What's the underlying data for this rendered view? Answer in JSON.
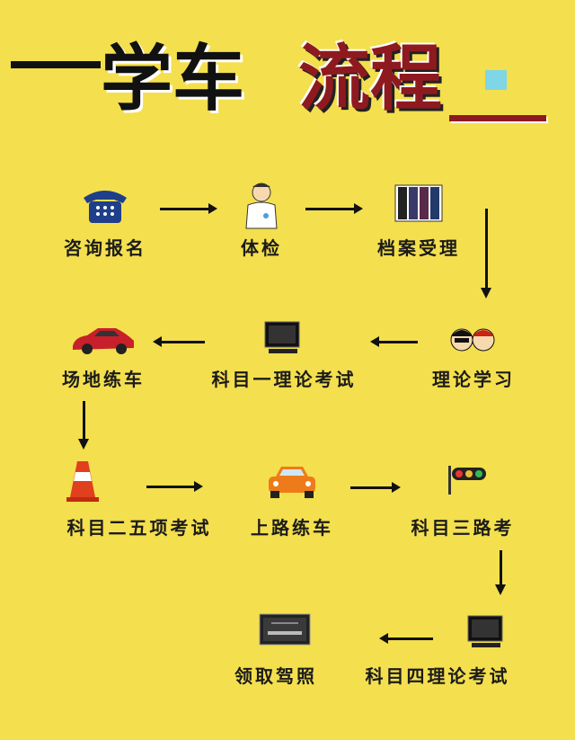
{
  "title": {
    "part1": "学车",
    "part2": "流程"
  },
  "steps": [
    {
      "label": "咨询报名",
      "icon": "telephone-icon"
    },
    {
      "label": "体检",
      "icon": "doctor-icon"
    },
    {
      "label": "档案受理",
      "icon": "binders-icon"
    },
    {
      "label": "理论学习",
      "icon": "students-icon"
    },
    {
      "label": "科目一理论考试",
      "icon": "computer-icon"
    },
    {
      "label": "场地练车",
      "icon": "red-car-icon"
    },
    {
      "label": "科目二五项考试",
      "icon": "traffic-cone-icon"
    },
    {
      "label": "上路练车",
      "icon": "orange-car-icon"
    },
    {
      "label": "科目三路考",
      "icon": "traffic-light-icon"
    },
    {
      "label": "科目四理论考试",
      "icon": "computer-icon"
    },
    {
      "label": "领取驾照",
      "icon": "license-icon"
    }
  ],
  "colors": {
    "background": "#f4df4e",
    "title_accent": "#8e1a1f"
  }
}
